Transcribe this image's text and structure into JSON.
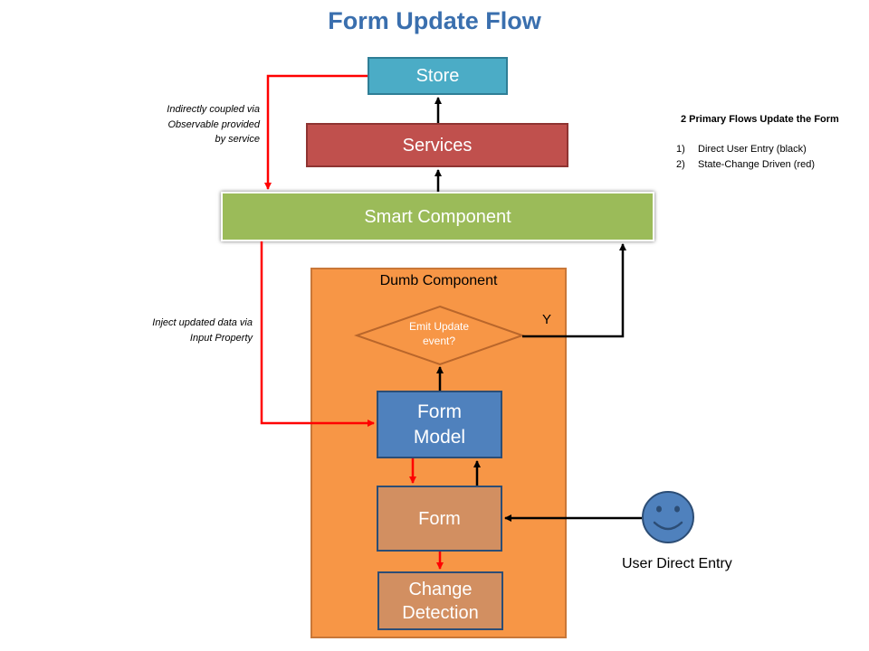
{
  "title": "Form Update Flow",
  "nodes": {
    "store": "Store",
    "services": "Services",
    "smart_component": "Smart Component",
    "dumb_component": "Dumb Component",
    "emit_update_line1": "Emit Update",
    "emit_update_line2": "event?",
    "decision_yes": "Y",
    "form_model_line1": "Form",
    "form_model_line2": "Model",
    "form": "Form",
    "change_detection_line1": "Change",
    "change_detection_line2": "Detection",
    "user_direct_entry": "User Direct Entry"
  },
  "annotations": {
    "observable_note": [
      "Indirectly coupled via",
      "Observable provided",
      "by service"
    ],
    "input_note": [
      "Inject updated data via",
      "Input Property"
    ]
  },
  "legend": {
    "title": "2 Primary Flows Update the Form",
    "items": [
      {
        "num": "1)",
        "label": "Direct User Entry (black)"
      },
      {
        "num": "2)",
        "label": "State-Change Driven (red)"
      }
    ]
  },
  "colors": {
    "title": "#3a6fae",
    "store": "#4bacc6",
    "services": "#c0504d",
    "smart_component": "#9bbb59",
    "dumb_component": "#f79646",
    "form_model": "#4f81bd",
    "form": "#d28f61",
    "user_icon": "#4f81bd",
    "state_flow_arrow": "#ff0000",
    "user_flow_arrow": "#000000"
  },
  "icons": {
    "user": "smiley-face-icon"
  }
}
